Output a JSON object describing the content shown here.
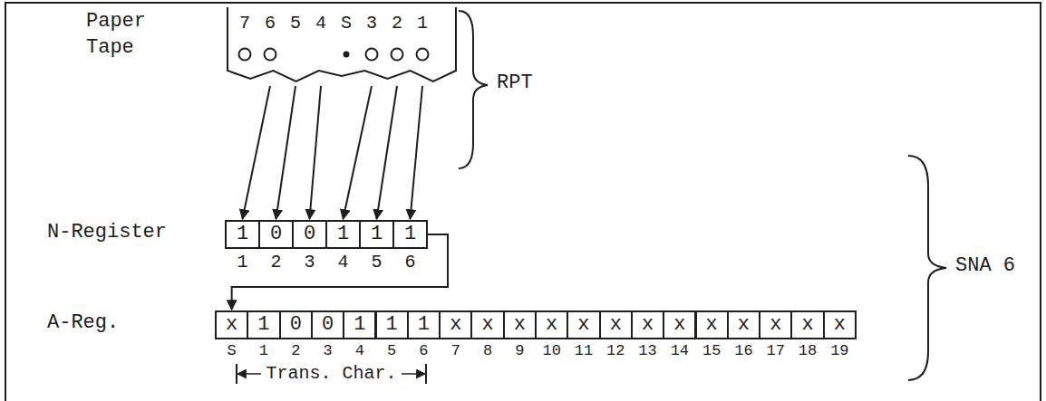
{
  "diagram": {
    "nodes": [
      {
        "text": [
          "7654S321"
        ]
      },
      {
        "text": [
          "1"
        ]
      },
      {
        "text": [
          "0"
        ]
      },
      {
        "text": [
          "0"
        ]
      },
      {
        "text": [
          "1"
        ]
      },
      {
        "text": [
          "1"
        ]
      },
      {
        "text": [
          "1"
        ]
      },
      {
        "text": [
          "x"
        ]
      },
      {
        "text": [
          "1"
        ]
      },
      {
        "text": [
          "0"
        ]
      },
      {
        "text": [
          "0"
        ]
      },
      {
        "text": [
          "1"
        ]
      },
      {
        "text": [
          "1"
        ]
      },
      {
        "text": [
          "1"
        ]
      },
      {
        "text": [
          "x"
        ]
      },
      {
        "text": [
          "x"
        ]
      },
      {
        "text": [
          "x"
        ]
      },
      {
        "text": [
          "x"
        ]
      },
      {
        "text": [
          "x"
        ]
      },
      {
        "text": [
          "x"
        ]
      },
      {
        "text": [
          "x"
        ]
      },
      {
        "text": [
          "x"
        ]
      },
      {
        "text": [
          "x"
        ]
      },
      {
        "text": [
          "x"
        ]
      },
      {
        "text": [
          "x"
        ]
      },
      {
        "text": [
          "x"
        ]
      },
      {
        "text": [
          "x"
        ]
      }
    ],
    "edges": [
      {
        "from": 0,
        "to": 1,
        "arrow": "to"
      },
      {
        "from": 0,
        "to": 2,
        "arrow": "to"
      },
      {
        "from": 0,
        "to": 3,
        "arrow": "to"
      },
      {
        "from": 0,
        "to": 4,
        "arrow": "to"
      },
      {
        "from": 0,
        "to": 5,
        "arrow": "to"
      },
      {
        "from": 0,
        "to": 6,
        "arrow": "to"
      },
      {
        "from": 6,
        "to": 7,
        "arrow": "to"
      }
    ],
    "labels": [
      "Paper Tape",
      "RPT",
      "N-Register",
      "1",
      "2",
      "3",
      "4",
      "5",
      "6",
      "SNA 6",
      "A-Reg.",
      "S",
      "1",
      "2",
      "3",
      "4",
      "5",
      "6",
      "7",
      "8",
      "9",
      "10",
      "11",
      "12",
      "13",
      "14",
      "15",
      "16",
      "17",
      "18",
      "19",
      "Trans. Char."
    ]
  }
}
